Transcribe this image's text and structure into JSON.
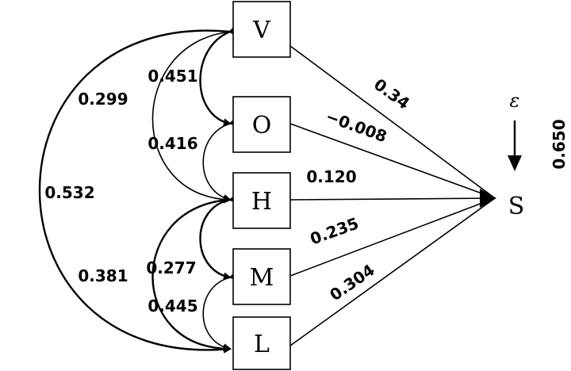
{
  "nodes": {
    "v": "V",
    "o": "O",
    "h": "H",
    "m": "M",
    "l": "L",
    "s": "S"
  },
  "error_term": {
    "symbol": "ε",
    "value": "0.650"
  },
  "path_coefficients": {
    "v_s": "0.34",
    "o_s": "−0.008",
    "h_s": "0.120",
    "m_s": "0.235",
    "l_s": "0.304"
  },
  "correlations": {
    "v_o": "0.451",
    "v_h": "0.299",
    "v_l": "0.532",
    "o_h": "0.416",
    "h_m": "0.277",
    "h_l": "0.381",
    "m_l": "0.445"
  }
}
